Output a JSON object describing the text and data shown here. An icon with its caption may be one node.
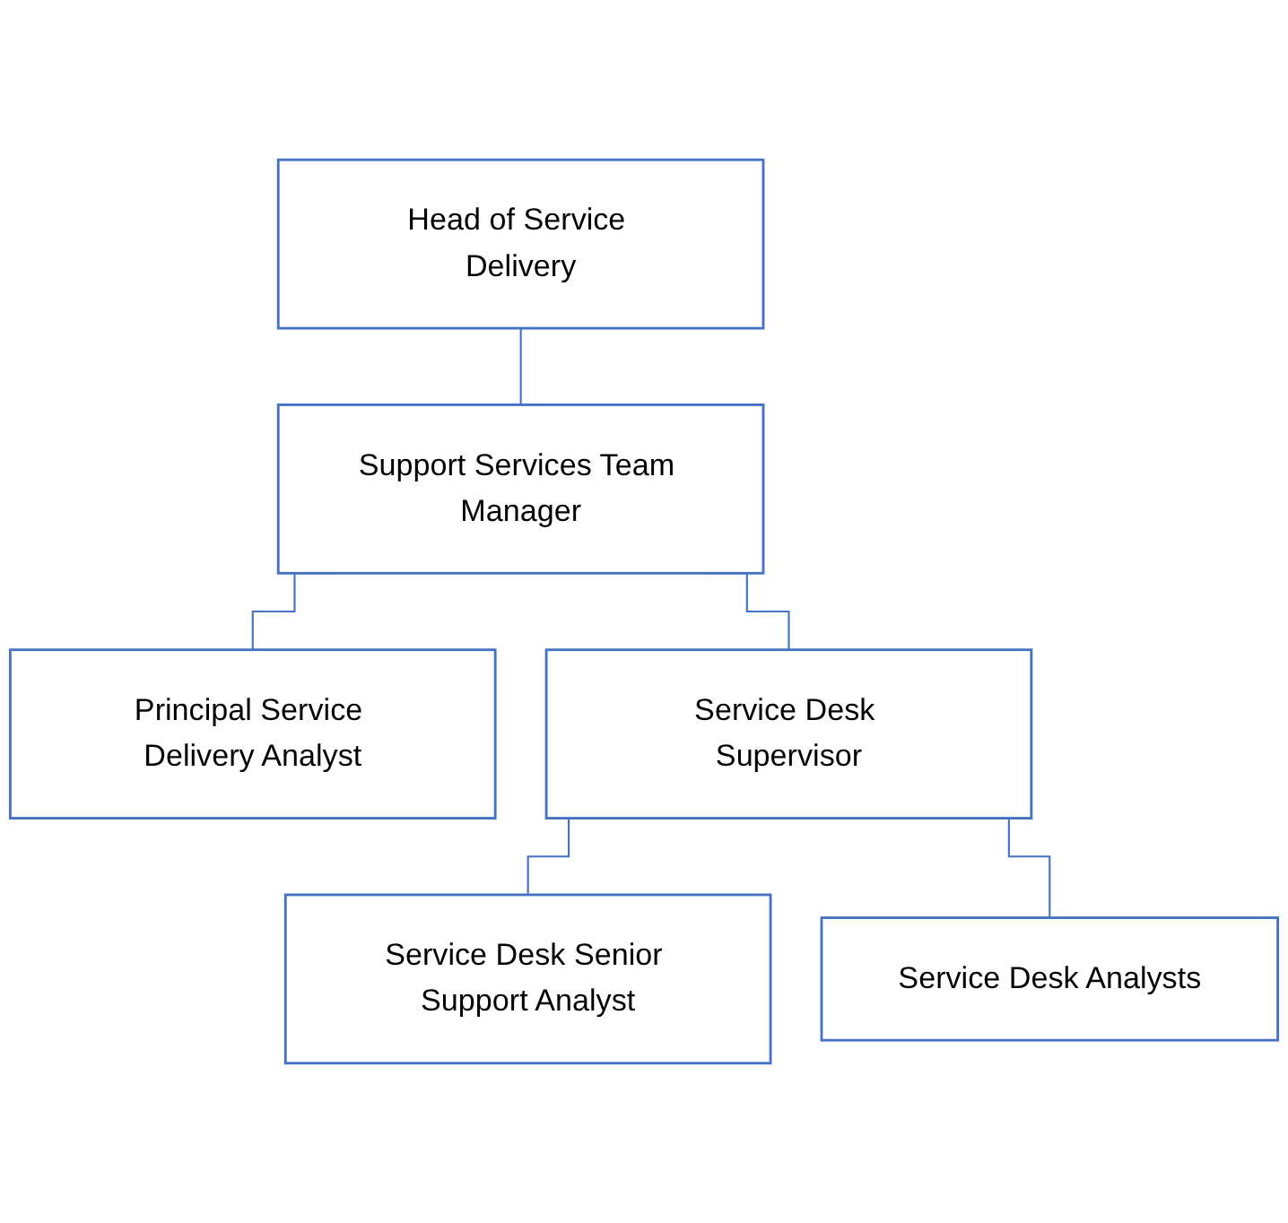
{
  "diagram": {
    "nodes": [
      {
        "text": [
          "Head of Service Delivery"
        ]
      },
      {
        "text": [
          "Support Services Team Manager"
        ]
      },
      {
        "text": [
          "Principal Service Delivery Analyst"
        ]
      },
      {
        "text": [
          "Service Desk Supervisor"
        ]
      },
      {
        "text": [
          "Service Desk Senior Support Analyst"
        ]
      },
      {
        "text": [
          "Service Desk Analysts"
        ]
      }
    ],
    "edges": [
      {
        "from": 0,
        "to": 1,
        "arrow": "none"
      },
      {
        "from": 1,
        "to": 2,
        "arrow": "none"
      },
      {
        "from": 1,
        "to": 3,
        "arrow": "none"
      },
      {
        "from": 3,
        "to": 4,
        "arrow": "none"
      },
      {
        "from": 3,
        "to": 5,
        "arrow": "none"
      }
    ]
  }
}
